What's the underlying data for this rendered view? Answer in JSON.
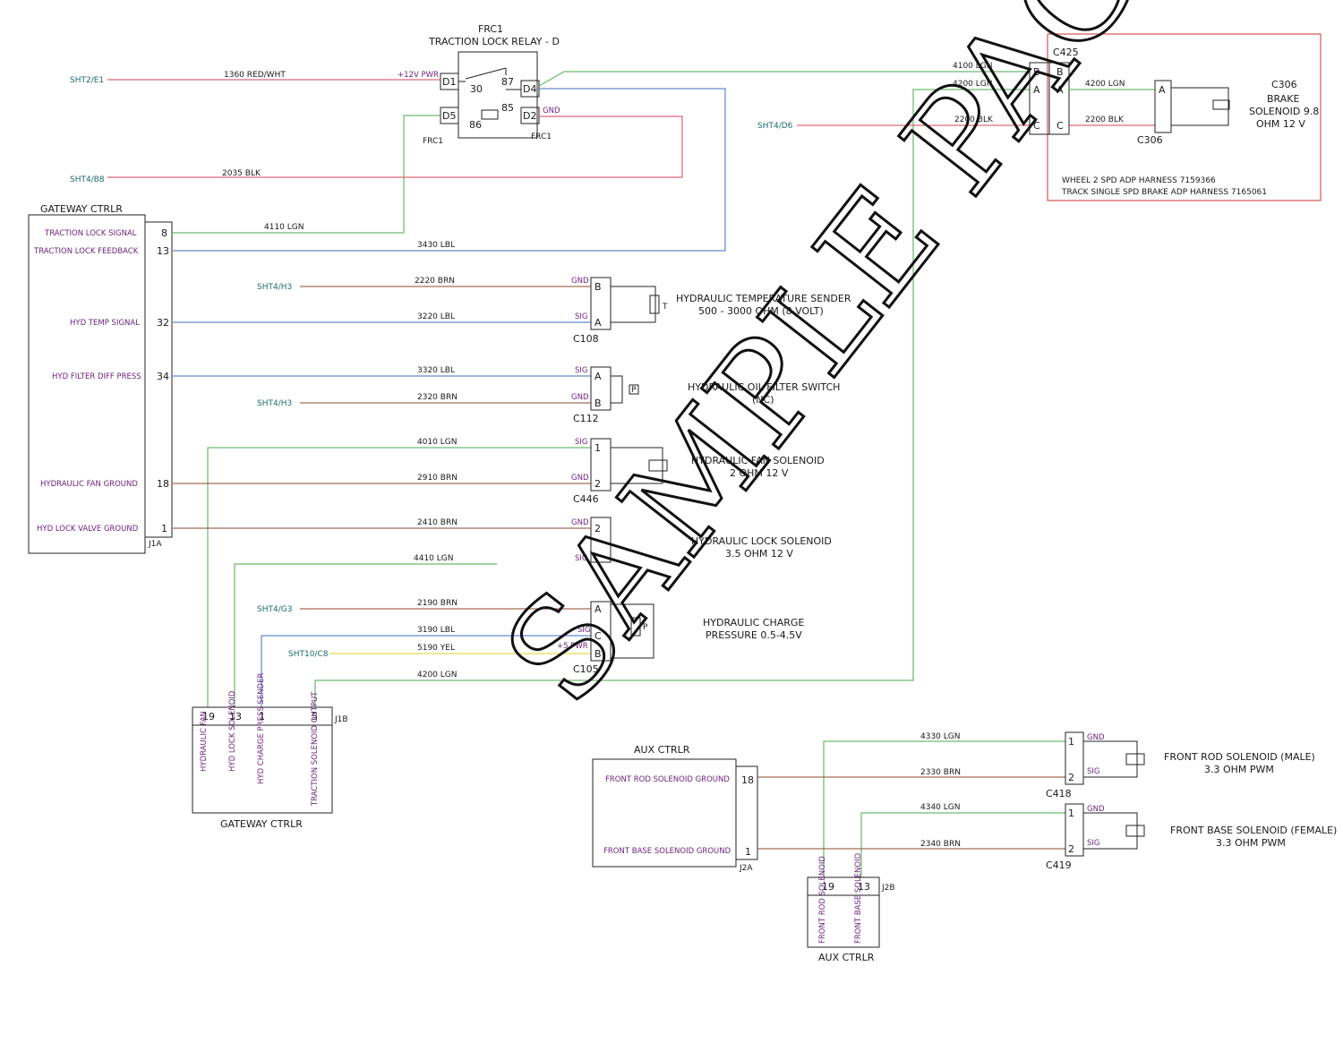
{
  "colors": {
    "red": "#d9405a",
    "green": "#4aa84a",
    "blue": "#3b6fc4",
    "brown": "#8b4a2b",
    "yellow": "#e0d020",
    "purple": "#6a1f7a",
    "teal": "#1a6b6b",
    "border_red": "#d03030"
  },
  "relay": {
    "ref": "FRC1",
    "title": "TRACTION LOCK RELAY - D",
    "pins": [
      "D1",
      "D5",
      "D4",
      "D2",
      "30",
      "87",
      "85",
      "86"
    ],
    "label_left": "FRC1",
    "label_right": "FRC1",
    "pwr": "+12V PWR",
    "gnd": "GND"
  },
  "sheet_refs": {
    "s1": "SHT2/E1",
    "s2": "SHT4/B8",
    "s3": "SHT4/H3",
    "s4": "SHT4/H3",
    "s5": "SHT4/G3",
    "s6": "SHT10/C8",
    "s7": "SHT4/D6"
  },
  "wires": {
    "w1360": "1360 RED/WHT",
    "w2035": "2035 BLK",
    "w4110": "4110 LGN",
    "w3430": "3430 LBL",
    "w2220": "2220 BRN",
    "w3220": "3220 LBL",
    "w3320": "3320 LBL",
    "w2320": "2320 BRN",
    "w4010": "4010 LGN",
    "w2910": "2910 BRN",
    "w2410": "2410 BRN",
    "w4410": "4410 LGN",
    "w2190": "2190 BRN",
    "w3190": "3190 LBL",
    "w5190": "5190 YEL",
    "w4200b": "4200 LGN",
    "w4100": "4100 LGN",
    "w4200a": "4200 LGN",
    "w2200": "2200 BLK",
    "w4200c": "4200 LGN",
    "w2200c": "2200 BLK",
    "w4330": "4330 LGN",
    "w2330": "2330 BRN",
    "w4340": "4340 LGN",
    "w2340": "2340 BRN"
  },
  "gateway": {
    "title": "GATEWAY CTRLR",
    "connector": "J1A",
    "signals": [
      {
        "name": "TRACTION LOCK SIGNAL",
        "pin": "8"
      },
      {
        "name": "TRACTION LOCK FEEDBACK",
        "pin": "13"
      },
      {
        "name": "HYD TEMP SIGNAL",
        "pin": "32"
      },
      {
        "name": "HYD FILTER DIFF PRESS",
        "pin": "34"
      },
      {
        "name": "HYDRAULIC FAN GROUND",
        "pin": "18"
      },
      {
        "name": "HYD LOCK VALVE GROUND",
        "pin": "1"
      }
    ]
  },
  "gateway_bottom": {
    "title": "GATEWAY CTRLR",
    "connector": "J1B",
    "pins": [
      "19",
      "13",
      "1",
      "5"
    ],
    "labels": [
      "HYDRAULIC FAN",
      "HYD LOCK SOLENOID",
      "HYD CHARGE PRESS SENDER",
      "TRACTION SOLENOID OUTPUT"
    ]
  },
  "components": {
    "c108": {
      "ref": "C108",
      "name": "HYDRAULIC TEMPERATURE SENDER",
      "spec": "500 - 3000 OHM (8 VOLT)",
      "pins": [
        "B",
        "A"
      ],
      "pin_labels": [
        "GND",
        "SIG"
      ],
      "symbol": "T"
    },
    "c112": {
      "ref": "C112",
      "name": "HYDRAULIC OIL FILTER SWITCH",
      "spec": "(NC)",
      "pins": [
        "A",
        "B"
      ],
      "pin_labels": [
        "SIG",
        "GND"
      ],
      "symbol": "P"
    },
    "c446": {
      "ref": "C446",
      "name": "HYDRAULIC FAN SOLENOID",
      "spec": "2 OHM 12 V",
      "pins": [
        "1",
        "2"
      ],
      "pin_labels": [
        "SIG",
        "GND"
      ]
    },
    "lock": {
      "name": "HYDRAULIC LOCK SOLENOID",
      "spec": "3.5 OHM 12 V",
      "pins": [
        "2"
      ],
      "pin_labels": [
        "GND",
        "SIG"
      ]
    },
    "c105": {
      "ref": "C105",
      "name": "HYDRAULIC CHARGE",
      "spec": "PRESSURE 0.5-4.5V",
      "pins": [
        "A",
        "C",
        "B"
      ],
      "pin_labels": [
        "SIG",
        "+5 PWR"
      ],
      "symbol": "P"
    }
  },
  "c425": {
    "ref": "C425",
    "pins": [
      "B",
      "A",
      "C"
    ],
    "c306_ref": "C306",
    "c306_ref_b": "C306",
    "brake_name": "BRAKE",
    "brake_spec1": "SOLENOID 9.8",
    "brake_spec2": "OHM 12 V",
    "harness1": "WHEEL 2 SPD ADP HARNESS 7159366",
    "harness2": "TRACK SINGLE SPD BRAKE ADP HARNESS 7165061"
  },
  "aux": {
    "title": "AUX CTRLR",
    "connector": "J2A",
    "signals": [
      {
        "name": "FRONT ROD SOLENOID GROUND",
        "pin": "18"
      },
      {
        "name": "FRONT BASE SOLENOID GROUND",
        "pin": "1"
      }
    ],
    "bottom_title": "AUX CTRLR",
    "bottom_connector": "J2B",
    "bottom_pins": [
      "19",
      "13"
    ],
    "bottom_labels": [
      "FRONT ROD SOLENOID",
      "FRONT BASE SOLENOID"
    ]
  },
  "c418": {
    "ref": "C418",
    "name": "FRONT ROD SOLENOID (MALE)",
    "spec": "3.3 OHM PWM",
    "pins": [
      "1",
      "2"
    ],
    "pin_labels": [
      "GND",
      "SIG"
    ]
  },
  "c419": {
    "ref": "C419",
    "name": "FRONT BASE SOLENOID (FEMALE)",
    "spec": "3.3 OHM PWM",
    "pins": [
      "1",
      "2"
    ],
    "pin_labels": [
      "GND",
      "SIG"
    ]
  },
  "watermark": "SAMPLE PAGE"
}
